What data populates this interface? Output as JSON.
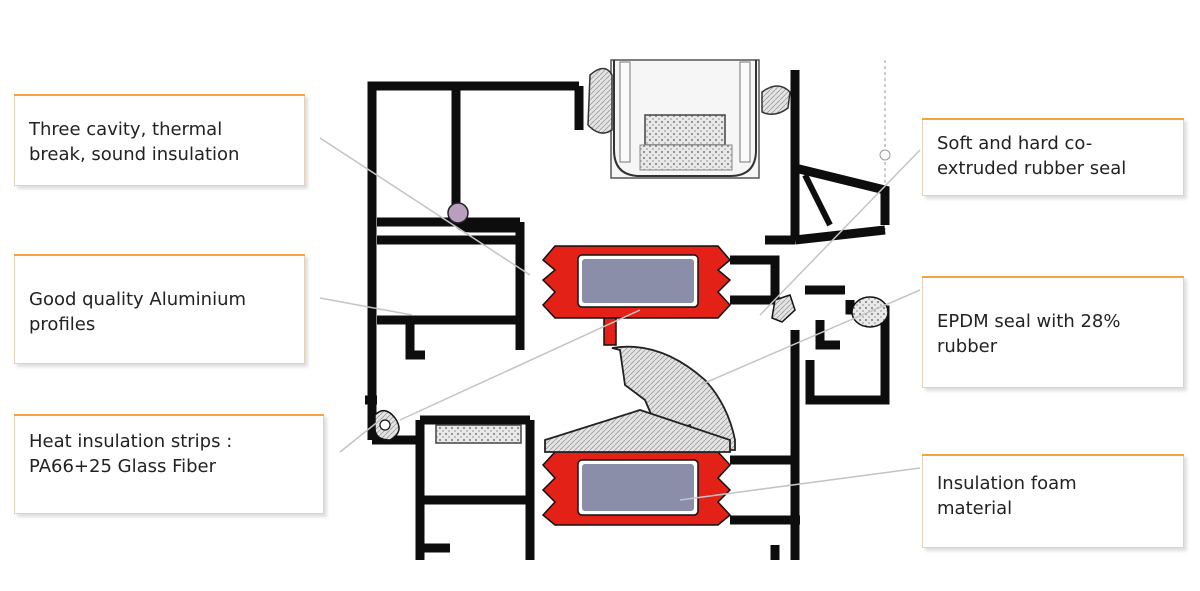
{
  "callouts": {
    "three_cavity": "Three cavity, thermal\nbreak, sound insulation",
    "aluminium": "Good quality Aluminium\nprofiles",
    "heat_strips": "Heat insulation strips :\nPA66+25 Glass Fiber",
    "soft_hard_seal": "Soft and hard co-\nextruded rubber seal",
    "epdm_seal": "EPDM seal with 28%\nrubber",
    "foam": "Insulation foam\nmaterial"
  },
  "colors": {
    "profile": "#0d0d0d",
    "thermal_strip": "#e32116",
    "foam": "#8a8ea8",
    "seal": "#d9d9d9",
    "callout_accent": "#f5a33d",
    "leader_line": "#c8c2c8"
  }
}
